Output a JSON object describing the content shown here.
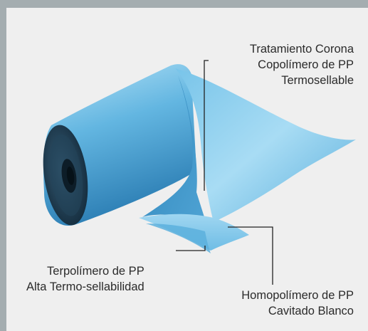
{
  "colors": {
    "frame": "#a4adb0",
    "panel": "#efefef",
    "film_light": "#a9dcf4",
    "film_mid": "#5fb2de",
    "film_dark": "#2b7fb5",
    "core_dark": "#1e3a4f",
    "leader_lines": "#222222",
    "text": "#2b2b2b"
  },
  "illustration": {
    "subject": "film-roll-icon"
  },
  "labels": {
    "top": {
      "line1": "Tratamiento Corona",
      "line2": "Copolímero de PP",
      "line3": "Termosellable"
    },
    "bottom_left": {
      "line1": "Terpolímero de PP",
      "line2": "Alta Termo-sellabilidad"
    },
    "bottom_right": {
      "line1": "Homopolímero de PP",
      "line2": "Cavitado Blanco"
    }
  }
}
